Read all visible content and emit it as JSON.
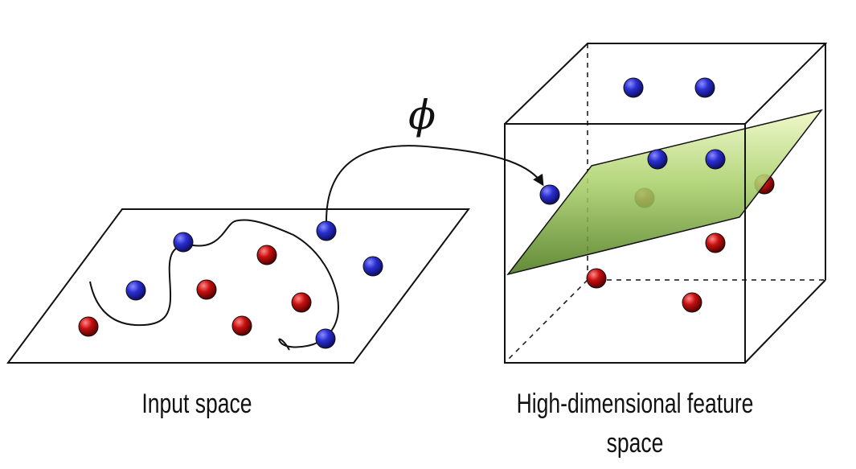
{
  "mapping_symbol": "ϕ",
  "captions": {
    "input_space": "Input space",
    "feature_space_line1": "High-dimensional feature",
    "feature_space_line2": "space"
  },
  "colors": {
    "blue_point": "#2a2fd0",
    "red_point": "#c81010",
    "plane_top": "#e8f5b8",
    "plane_bottom": "#4f7a1c"
  }
}
